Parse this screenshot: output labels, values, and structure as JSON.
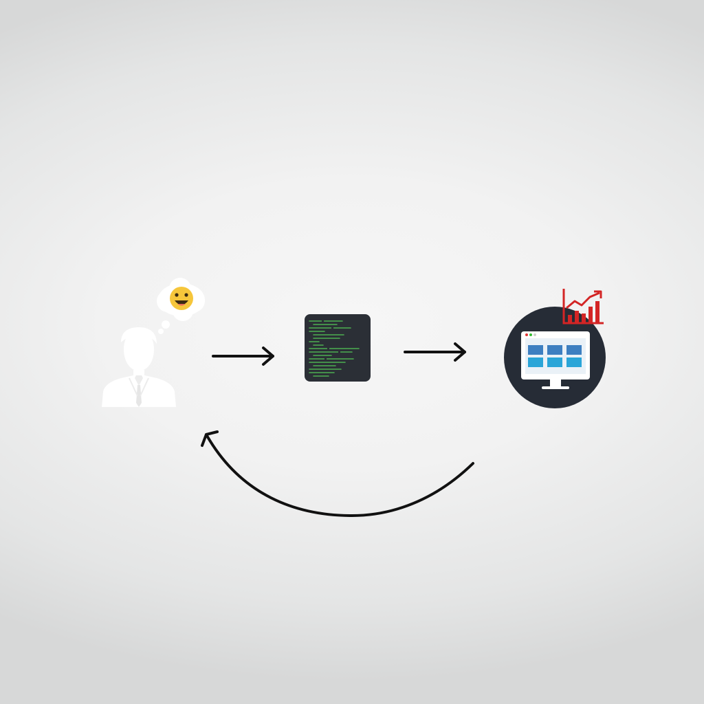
{
  "diagram": {
    "kind": "cycle",
    "nodes": [
      {
        "id": "user",
        "icon": "person-silhouette-icon",
        "has_thought_bubble": true,
        "thought_icon": "smiley-face-icon"
      },
      {
        "id": "code",
        "icon": "code-editor-icon"
      },
      {
        "id": "display",
        "icon": "monitor-dashboard-icon",
        "badge_icon": "growth-chart-icon"
      }
    ],
    "edges": [
      {
        "from": "user",
        "to": "code",
        "style": "straight-arrow"
      },
      {
        "from": "code",
        "to": "display",
        "style": "straight-arrow"
      },
      {
        "from": "display",
        "to": "user",
        "style": "curved-return-arrow"
      }
    ],
    "colors": {
      "arrow": "#111111",
      "code_panel": "#2b2f36",
      "code_text": "#4caf50",
      "monitor_circle": "#262c36",
      "screen_tiles_top": "#3d7fc1",
      "screen_tiles_bottom": "#2aa5d8",
      "chart_badge": "#d32525",
      "person": "#ffffff",
      "smiley": "#f6c63b"
    }
  }
}
